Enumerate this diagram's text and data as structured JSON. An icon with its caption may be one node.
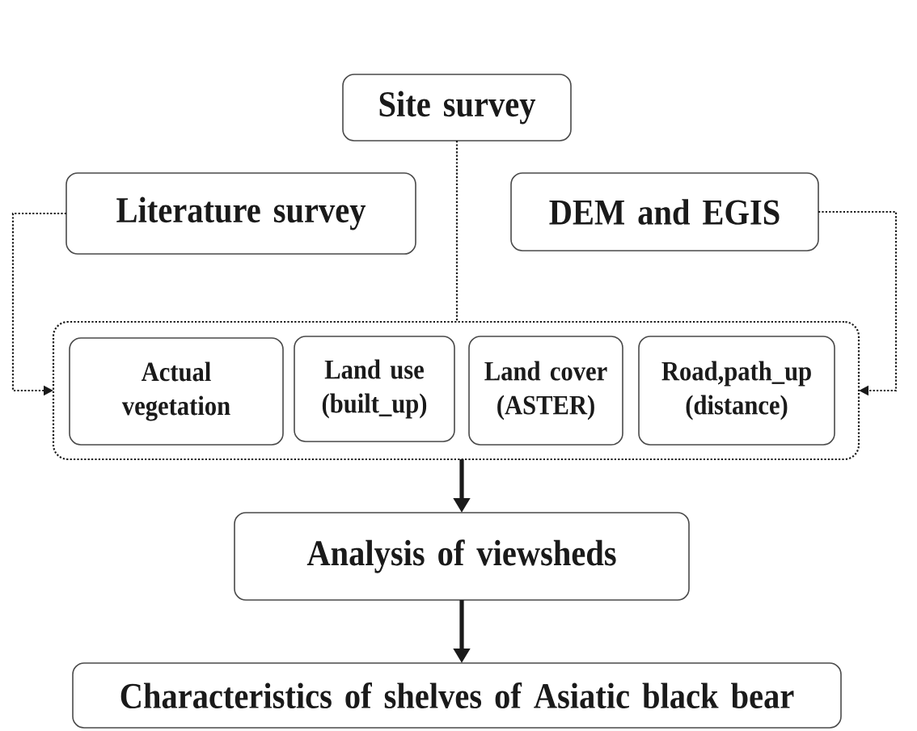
{
  "diagram": {
    "nodes": [
      {
        "text": [
          "Site survey"
        ]
      },
      {
        "text": [
          "Literature survey"
        ]
      },
      {
        "text": [
          "DEM and EGIS"
        ]
      },
      {
        "text": [],
        "shape": "box"
      },
      {
        "text": [
          "Actual vegetation"
        ],
        "in": 3
      },
      {
        "text": [
          "Land use (built_up)"
        ],
        "in": 3
      },
      {
        "text": [
          "Land cover (ASTER)"
        ],
        "in": 3
      },
      {
        "text": [
          "Road,path_up (distance)"
        ],
        "in": 3
      },
      {
        "text": [
          "Analysis of viewsheds"
        ]
      },
      {
        "text": [
          "Characteristics of shelves of Asiatic black bear"
        ]
      }
    ],
    "edges": [
      {
        "from": 0,
        "to": 3,
        "arrow": "none",
        "style": "dashed"
      },
      {
        "from": 1,
        "to": 3,
        "arrow": "to",
        "style": "dashed"
      },
      {
        "from": 2,
        "to": 3,
        "arrow": "to",
        "style": "dashed"
      },
      {
        "from": 3,
        "to": 8,
        "arrow": "to",
        "style": "thick"
      },
      {
        "from": 8,
        "to": 9,
        "arrow": "to",
        "style": "thick"
      }
    ]
  }
}
